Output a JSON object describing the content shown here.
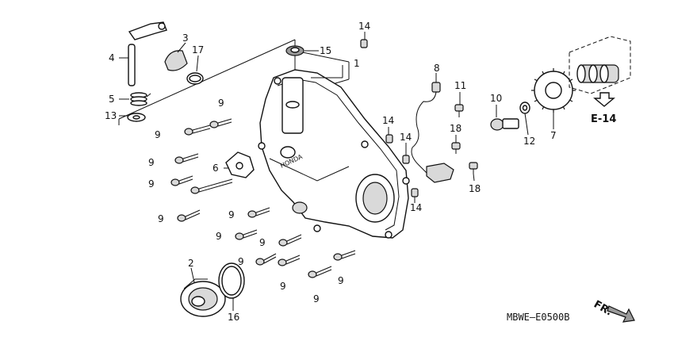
{
  "labels": {
    "l1": "1",
    "l2": "2",
    "l3": "3",
    "l4": "4",
    "l5": "5",
    "l6": "6",
    "l7": "7",
    "l8": "8",
    "l9": "9",
    "l10": "10",
    "l11": "11",
    "l12": "12",
    "l13": "13",
    "l14": "14",
    "l15": "15",
    "l16": "16",
    "l17": "17",
    "l18": "18"
  },
  "reference": "E-14",
  "front_marker": "FR.",
  "diagram_code": "MBWE—E0500B"
}
